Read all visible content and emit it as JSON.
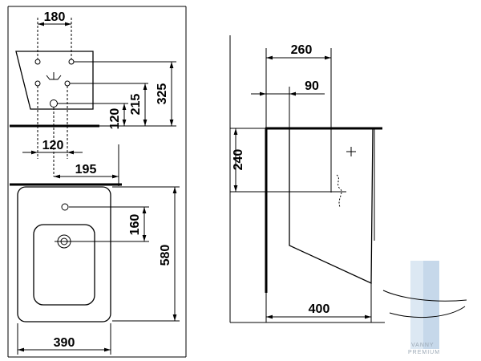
{
  "dimensions": {
    "top_view": {
      "width_180": "180",
      "height_325": "325",
      "height_215": "215",
      "height_120": "120",
      "width_120": "120",
      "width_195": "195"
    },
    "plan_view": {
      "height_160": "160",
      "height_580": "580",
      "width_390": "390"
    },
    "side_view": {
      "width_260": "260",
      "width_90": "90",
      "height_240": "240",
      "width_400": "400"
    }
  },
  "watermark": {
    "text_1": "VANNY",
    "text_2": "PREMIUM",
    "color": "#c9d8e6"
  }
}
